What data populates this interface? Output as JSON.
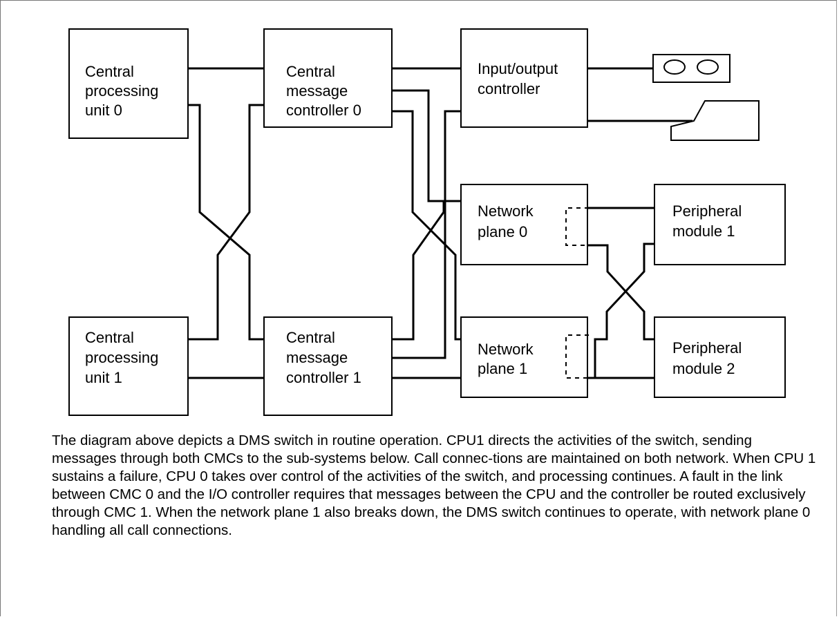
{
  "blocks": {
    "cpu0": [
      "Central",
      "processing",
      "unit 0"
    ],
    "cmc0": [
      "Central",
      "message",
      "controller 0"
    ],
    "ioc": [
      "Input/output",
      "controller"
    ],
    "cpu1": [
      "Central",
      "processing",
      "unit 1"
    ],
    "cmc1": [
      "Central",
      "message",
      "controller 1"
    ],
    "np0": [
      "Network",
      "plane 0"
    ],
    "np1": [
      "Network",
      "plane 1"
    ],
    "pm1": [
      "Peripheral",
      "module 1"
    ],
    "pm2": [
      "Peripheral",
      "module 2"
    ]
  },
  "devices": {
    "tape_drive_icon": "tape-drive-icon",
    "terminal_icon": "terminal-icon"
  },
  "caption": "The diagram above depicts a DMS switch in routine operation. CPU1 directs the activities of the switch, sending messages through both CMCs to the sub-systems below. Call connec-tions are maintained on both network. When CPU 1 sustains a failure, CPU 0 takes over control of the activities of the switch, and processing continues. A fault in the link between CMC 0 and the I/O controller requires that messages between the CPU and the controller be routed exclusively through CMC 1. When the network plane 1 also breaks down, the DMS switch continues to operate, with network plane 0 handling all call connections."
}
